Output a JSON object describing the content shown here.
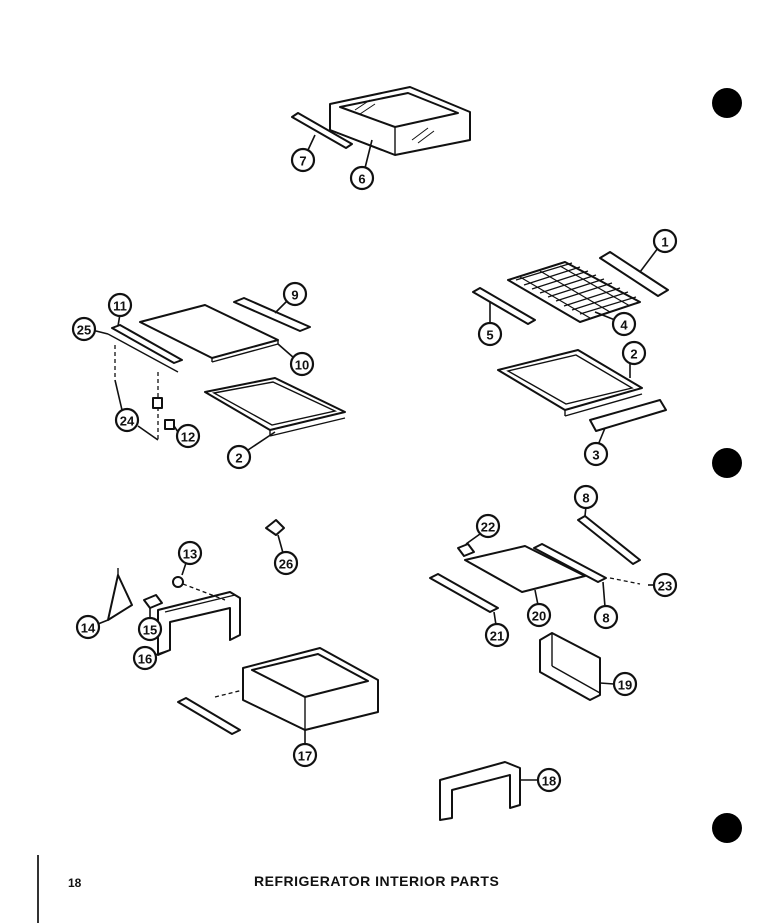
{
  "page": {
    "number": "18",
    "title": "REFRIGERATOR INTERIOR PARTS"
  },
  "callouts": [
    {
      "id": "c1",
      "label": "1"
    },
    {
      "id": "c2a",
      "label": "2"
    },
    {
      "id": "c2b",
      "label": "2"
    },
    {
      "id": "c3",
      "label": "3"
    },
    {
      "id": "c4",
      "label": "4"
    },
    {
      "id": "c5",
      "label": "5"
    },
    {
      "id": "c6",
      "label": "6"
    },
    {
      "id": "c7",
      "label": "7"
    },
    {
      "id": "c8a",
      "label": "8"
    },
    {
      "id": "c8b",
      "label": "8"
    },
    {
      "id": "c9",
      "label": "9"
    },
    {
      "id": "c10",
      "label": "10"
    },
    {
      "id": "c11",
      "label": "11"
    },
    {
      "id": "c12",
      "label": "12"
    },
    {
      "id": "c13",
      "label": "13"
    },
    {
      "id": "c14",
      "label": "14"
    },
    {
      "id": "c15",
      "label": "15"
    },
    {
      "id": "c16",
      "label": "16"
    },
    {
      "id": "c17",
      "label": "17"
    },
    {
      "id": "c18",
      "label": "18"
    },
    {
      "id": "c19",
      "label": "19"
    },
    {
      "id": "c20",
      "label": "20"
    },
    {
      "id": "c21",
      "label": "21"
    },
    {
      "id": "c22",
      "label": "22"
    },
    {
      "id": "c23",
      "label": "23"
    },
    {
      "id": "c24",
      "label": "24"
    },
    {
      "id": "c25",
      "label": "25"
    },
    {
      "id": "c26",
      "label": "26"
    }
  ]
}
